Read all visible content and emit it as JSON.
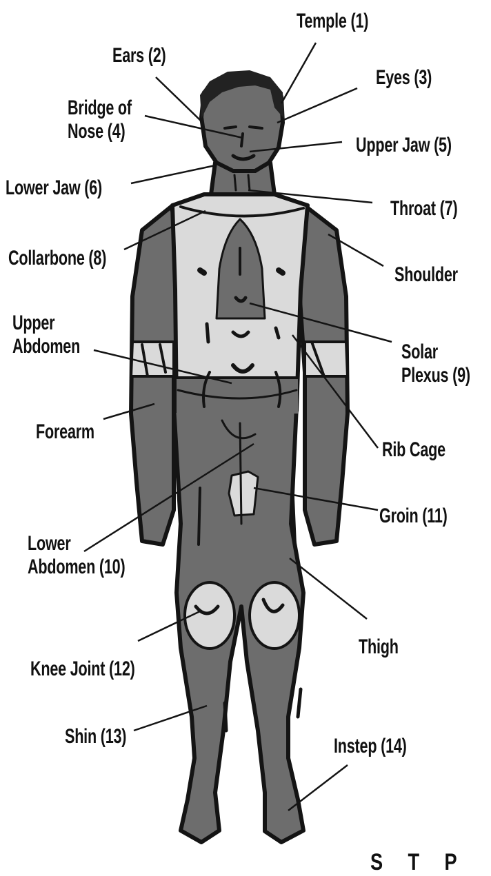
{
  "colors": {
    "body": "#6d6d6d",
    "highlight": "#dadada",
    "outline": "#141414",
    "text": "#111111"
  },
  "labels": {
    "temple": "Temple (1)",
    "ears": "Ears (2)",
    "eyes": "Eyes (3)",
    "bridge_of_nose": [
      "Bridge of",
      "Nose (4)"
    ],
    "upper_jaw": "Upper Jaw (5)",
    "lower_jaw": "Lower Jaw (6)",
    "throat": "Throat (7)",
    "collarbone": "Collarbone (8)",
    "shoulder": "Shoulder",
    "upper_abdomen": [
      "Upper",
      "Abdomen"
    ],
    "solar_plexus": [
      "Solar",
      "Plexus (9)"
    ],
    "forearm": "Forearm",
    "rib_cage": "Rib Cage",
    "groin": "Groin (11)",
    "lower_abdomen": [
      "Lower",
      "Abdomen (10)"
    ],
    "thigh": "Thigh",
    "knee_joint": "Knee Joint (12)",
    "shin": "Shin (13)",
    "instep": "Instep (14)"
  },
  "footer_text": "S T P"
}
